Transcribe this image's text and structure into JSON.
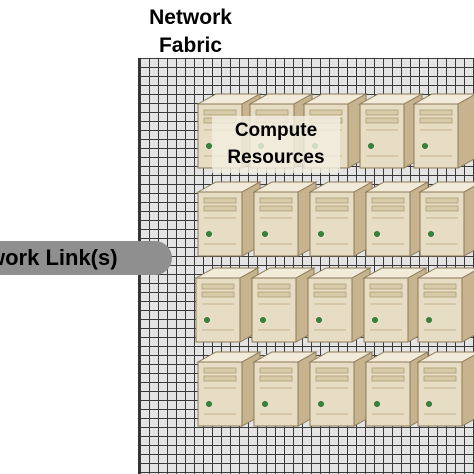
{
  "title_lines": [
    "Network",
    "Fabric"
  ],
  "compute_lines": [
    "Compute",
    "Resources"
  ],
  "link_label": "work Link(s)",
  "colors": {
    "grid_background": "#e4e4e4",
    "grid_lines": "#3a3a3a",
    "link_bar": "#8f8f8f",
    "server_front": "#e7dcc4",
    "server_side": "#c7b48f",
    "server_top": "#f3ebd9"
  }
}
